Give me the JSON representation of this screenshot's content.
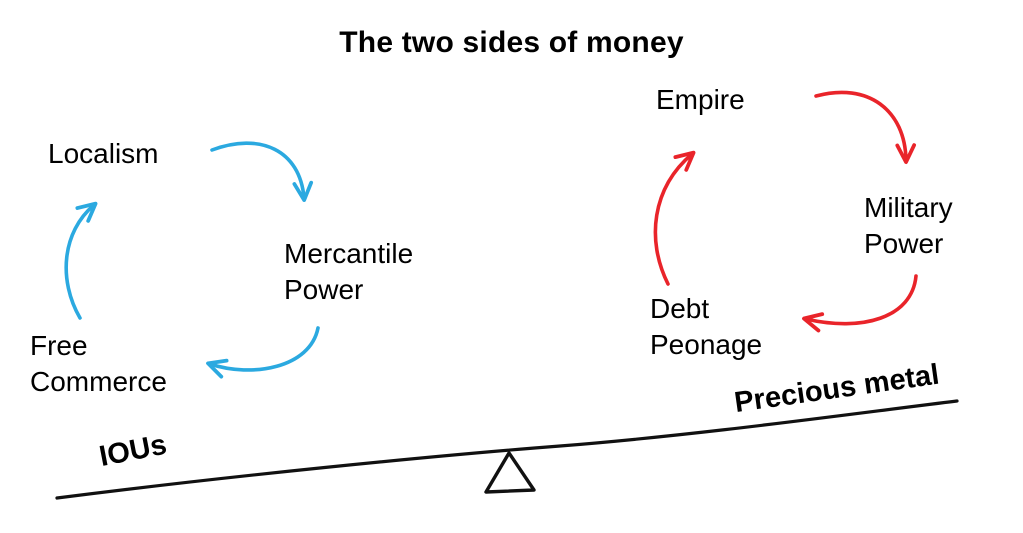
{
  "title": "The two sides of money",
  "colors": {
    "left_cycle": "#2BA9E0",
    "right_cycle": "#E9242A",
    "ink": "#111111"
  },
  "left_cycle": {
    "name": "IOU / credit money side",
    "nodes": [
      {
        "label": "Localism"
      },
      {
        "label": "Mercantile Power"
      },
      {
        "label": "Free Commerce"
      }
    ],
    "arrows": [
      {
        "from": "Localism",
        "to": "Mercantile Power"
      },
      {
        "from": "Mercantile Power",
        "to": "Free Commerce"
      },
      {
        "from": "Free Commerce",
        "to": "Localism"
      }
    ]
  },
  "right_cycle": {
    "name": "Precious metal side",
    "nodes": [
      {
        "label": "Empire"
      },
      {
        "label": "Military Power"
      },
      {
        "label": "Debt Peonage"
      }
    ],
    "arrows": [
      {
        "from": "Empire",
        "to": "Military Power"
      },
      {
        "from": "Military Power",
        "to": "Debt Peonage"
      },
      {
        "from": "Debt Peonage",
        "to": "Empire"
      }
    ]
  },
  "balance": {
    "left_label": "IOUs",
    "right_label": "Precious metal"
  }
}
